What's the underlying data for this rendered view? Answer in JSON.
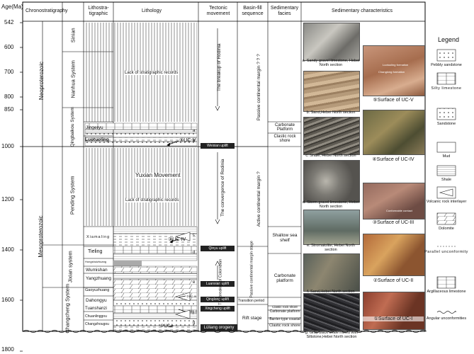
{
  "header": {
    "age_label": "Age(Ma)",
    "chrono": "Chronostratigraphy",
    "lithostrat": "Lithostra-tigraphic",
    "lithology": "Lithology",
    "tectonic": "Tectonic movement",
    "basin": "Basin-fill sequence",
    "facies": "Sedimentary facies",
    "sedchar": "Sedimentary characteristics"
  },
  "ages": [
    "542",
    "600",
    "700",
    "800",
    "850",
    "1000",
    "1200",
    "1400",
    "1600",
    "1800"
  ],
  "eras": {
    "neo": "Neoproterozoic",
    "meso": "Mesoproterozoic"
  },
  "systems": {
    "sinian": "Sinian",
    "nanhua": "Nanhua System",
    "qingbaikou": "Qingbaikou System",
    "pending": "Pending System",
    "jixian": "Jixian system",
    "changcheng": "Changcheng System"
  },
  "formations": {
    "jingeryu": "Jingeryu",
    "luotuoling": "Luotuoling",
    "xiamaling": "Xiamaling",
    "tieling": "Tieling",
    "hongshuizhuang": "Hongshuizhuang",
    "wumishan": "Wumishan",
    "yangzhuang": "Yangzhuang",
    "gaoyuzhuang": "Gaoyuzhuang",
    "dahongyu": "Dahongyu",
    "tuanshanzi": "Tuanshanzi",
    "chuanlinggou": "Chuanlinggou",
    "changzhougou": "Changzhougou"
  },
  "lithology_notes": {
    "lack1": "Lack of stratigraphic records",
    "yuxian": "Yuxian Movement",
    "lack2": "Lack of stratigraphic records"
  },
  "markers": [
    "a",
    "b",
    "c",
    "d",
    "e",
    "f",
    "g"
  ],
  "unconformities": {
    "v": "④UC-V",
    "iv": "③UC-IV",
    "iii": "②UC-III",
    "ii": "UC-II",
    "i": "①UC-I"
  },
  "tectonic": {
    "weixian": "Weixian uplift",
    "qinyu": "Qinyu uplift",
    "luanxian": "Luanxian uplift",
    "qinglong": "Qinglong uplift",
    "xingcheng": "Xingcheng uplift",
    "lulliang": "Lüliang orogeny",
    "breakup_rodinia": "The breakup of Rodinia",
    "convergence": "The convergence of Rodinia",
    "breakup_columbia": "The breakup of Colombian"
  },
  "basin": {
    "passive": "Passive continental margin ? ? ?",
    "active": "Active continental margin ?",
    "passive_stage": "Passive continental margin stage",
    "transition": "Transition period",
    "rift": "Rift stage"
  },
  "facies": {
    "carb_platform_top": "Carbonate Platform",
    "clastic_shore_top": "Clastic rock shore",
    "shallow_shelf": "Shallow sea shelf",
    "carb_platform_mid": "Carbonate platform",
    "clastic_shore_small": "Clastic rock shore",
    "carb_platform_small": "Carbonate platform",
    "barrier_coastal": "Barrier-type coastal",
    "clastic_shore_bottom": "Clastic rock shore"
  },
  "photo_captions": {
    "a": "a. Sandy gravel limestone, Hebei North section",
    "b": "b. Sand,Hebei North section",
    "c": "c. Shale, Hebei North section",
    "d": "d. Storm gravel limestone, Hebei North section",
    "e": "e. Stromatolite, Hebei North section",
    "f": "f. Sand,Hebei North section",
    "g": "g. Gray black shale mixed with Siltstone,Hebei North section",
    "s5": "⑤Surface of UC-V",
    "s4": "④Surface of UC-IV",
    "s3": "③Surface of UC-III",
    "s2": "②Surface of UC-II",
    "s1": "①Surface of UC-I"
  },
  "photo_inner_labels": {
    "p5a": "Luotuoling formation",
    "p5b": "Changlong formation",
    "p3": "Conformable contact"
  },
  "legend": {
    "title": "Legend",
    "items": [
      "Pebbly sandstone",
      "Silty limestone",
      "Sandstone",
      "Mud",
      "Shale",
      "Volcanic rock interlayer",
      "Dolomite",
      "Parallel unconformity",
      "Argillaceous limestone",
      "Angular unconformities"
    ]
  }
}
